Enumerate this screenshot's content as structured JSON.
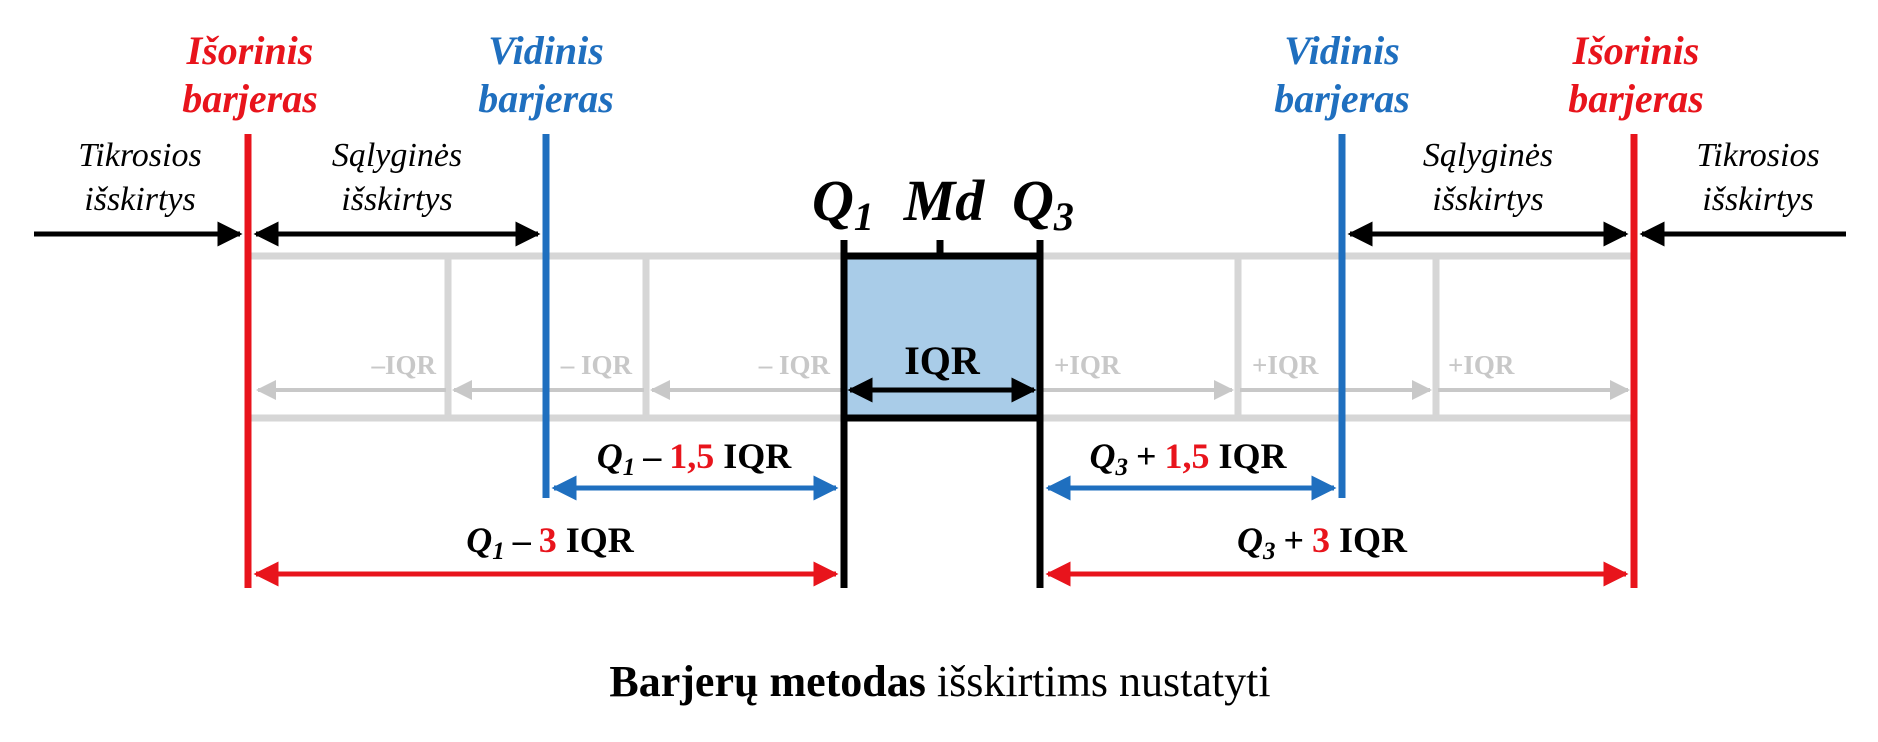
{
  "colors": {
    "outer": "#e8141c",
    "inner": "#1f6fbf",
    "box_fill": "#a9cce8",
    "box_edge": "#000000",
    "grid": "#d6d6d6"
  },
  "barriers": {
    "outer_line1": "Išorinis",
    "outer_line2": "barjeras",
    "inner_line1": "Vidinis",
    "inner_line2": "barjeras"
  },
  "zones": {
    "true_line1": "Tikrosios",
    "true_line2": "išskirtys",
    "cond_line1": "Sąlyginės",
    "cond_line2": "išskirtys"
  },
  "box": {
    "q1": "Q",
    "q1_sub": "1",
    "md": "Md",
    "q3": "Q",
    "q3_sub": "3",
    "iqr": "IQR"
  },
  "steps": {
    "minus": "– IQR",
    "minus_first": "–IQR",
    "plus": "+IQR"
  },
  "formulas": {
    "q": "Q",
    "sub1": "1",
    "sub3": "3",
    "minus": "–",
    "plus": "+",
    "k_inner": "1,5",
    "k_outer": "3",
    "iqr": "IQR"
  },
  "caption": {
    "bold": "Barjerų metodas",
    "rest": " išskirtims nustatyti"
  }
}
